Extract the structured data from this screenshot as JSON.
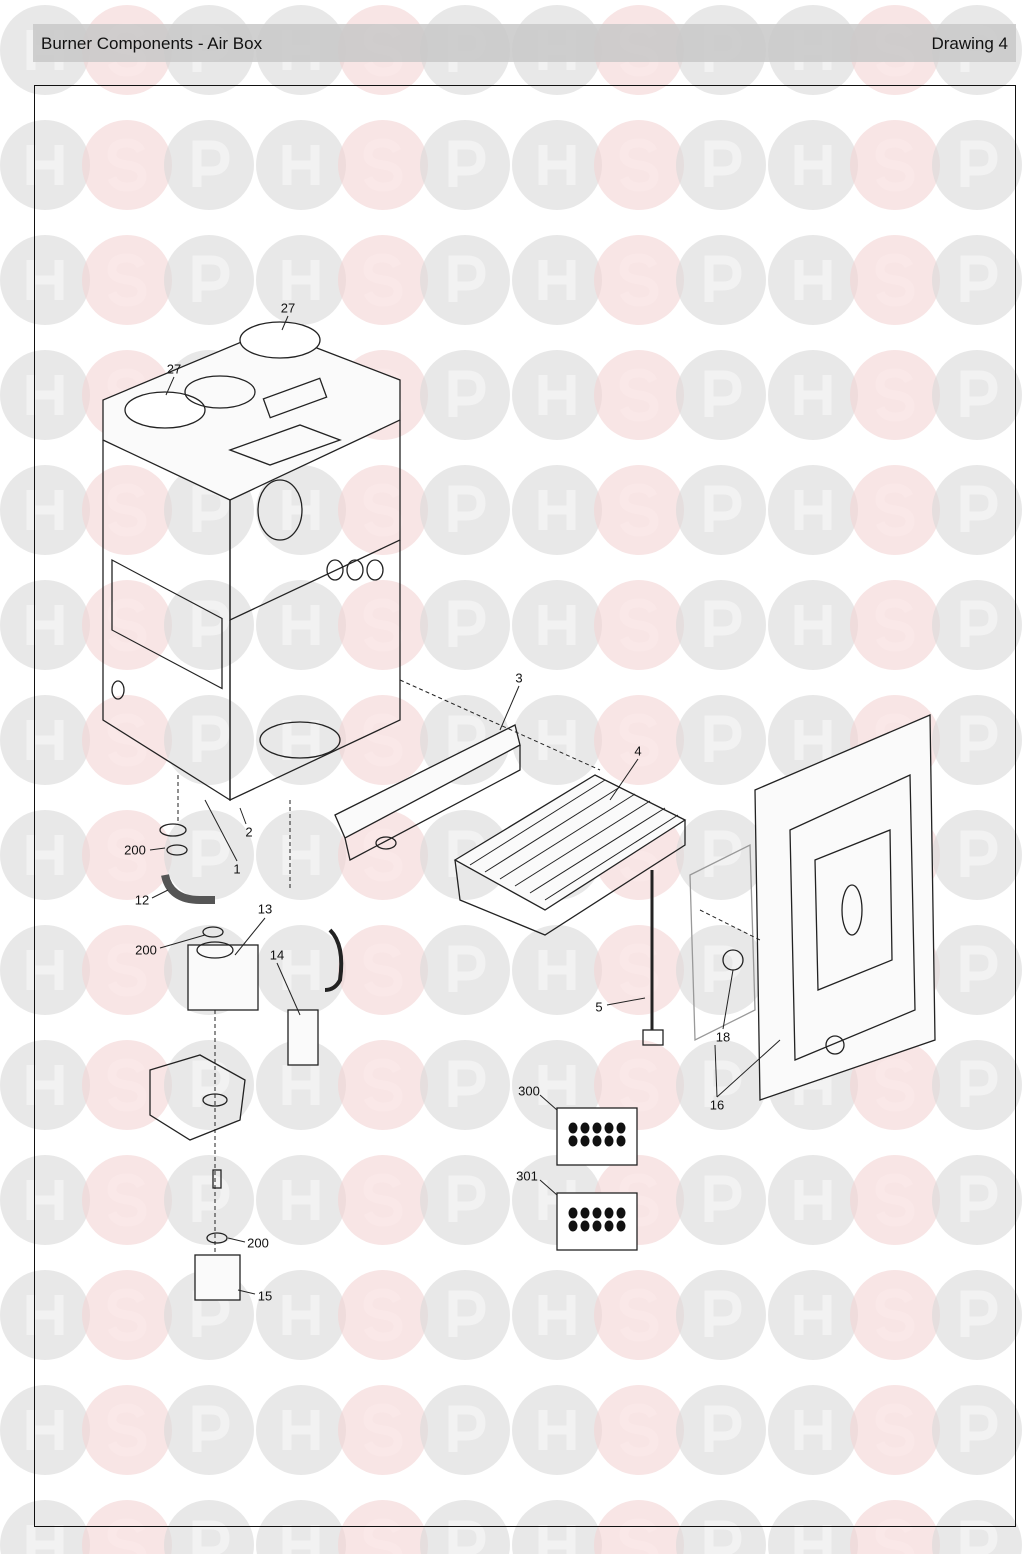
{
  "header": {
    "title": "Burner Components - Air Box",
    "drawing": "Drawing 4"
  },
  "watermark": {
    "letters": [
      "H",
      "S",
      "P"
    ],
    "colors": {
      "grey": "#d9d9d9",
      "pink": "#f3d3d3",
      "grey_text": "#f2f2f2",
      "pink_text": "#fae8e8"
    }
  },
  "callouts": [
    {
      "id": "27a",
      "text": "27"
    },
    {
      "id": "27b",
      "text": "27"
    },
    {
      "id": "3",
      "text": "3"
    },
    {
      "id": "4",
      "text": "4"
    },
    {
      "id": "2",
      "text": "2"
    },
    {
      "id": "200a",
      "text": "200"
    },
    {
      "id": "1",
      "text": "1"
    },
    {
      "id": "12",
      "text": "12"
    },
    {
      "id": "13",
      "text": "13"
    },
    {
      "id": "200b",
      "text": "200"
    },
    {
      "id": "14",
      "text": "14"
    },
    {
      "id": "5",
      "text": "5"
    },
    {
      "id": "18",
      "text": "18"
    },
    {
      "id": "16",
      "text": "16"
    },
    {
      "id": "300",
      "text": "300"
    },
    {
      "id": "301",
      "text": "301"
    },
    {
      "id": "200c",
      "text": "200"
    },
    {
      "id": "15",
      "text": "15"
    }
  ]
}
